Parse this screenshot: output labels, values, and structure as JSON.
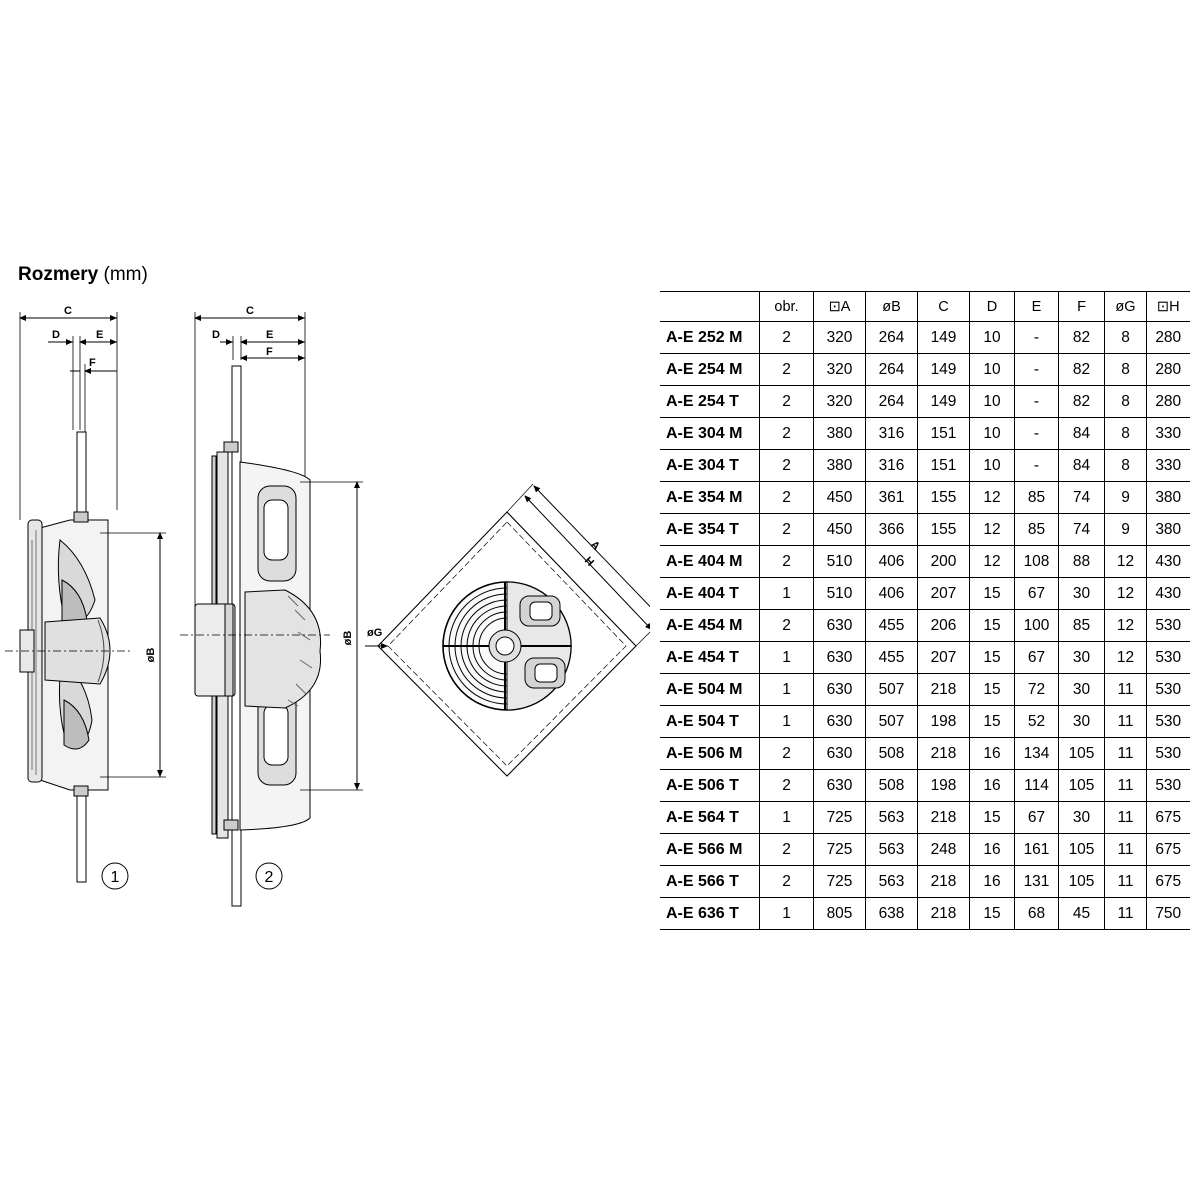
{
  "title": {
    "bold": "Rozmery",
    "unit": "(mm)"
  },
  "drawing": {
    "labels": {
      "c": "C",
      "d": "D",
      "e": "E",
      "f": "F",
      "b": "øB",
      "g": "øG",
      "a": "A",
      "h": "H"
    },
    "callouts": [
      "1",
      "2"
    ]
  },
  "table": {
    "headers": [
      "",
      "obr.",
      "A",
      "øB",
      "C",
      "D",
      "E",
      "F",
      "øG",
      "H"
    ],
    "rows": [
      [
        "A-E 252 M",
        "2",
        "320",
        "264",
        "149",
        "10",
        "-",
        "82",
        "8",
        "280"
      ],
      [
        "A-E 254 M",
        "2",
        "320",
        "264",
        "149",
        "10",
        "-",
        "82",
        "8",
        "280"
      ],
      [
        "A-E 254 T",
        "2",
        "320",
        "264",
        "149",
        "10",
        "-",
        "82",
        "8",
        "280"
      ],
      [
        "A-E 304 M",
        "2",
        "380",
        "316",
        "151",
        "10",
        "-",
        "84",
        "8",
        "330"
      ],
      [
        "A-E 304 T",
        "2",
        "380",
        "316",
        "151",
        "10",
        "-",
        "84",
        "8",
        "330"
      ],
      [
        "A-E 354 M",
        "2",
        "450",
        "361",
        "155",
        "12",
        "85",
        "74",
        "9",
        "380"
      ],
      [
        "A-E 354 T",
        "2",
        "450",
        "366",
        "155",
        "12",
        "85",
        "74",
        "9",
        "380"
      ],
      [
        "A-E 404 M",
        "2",
        "510",
        "406",
        "200",
        "12",
        "108",
        "88",
        "12",
        "430"
      ],
      [
        "A-E 404 T",
        "1",
        "510",
        "406",
        "207",
        "15",
        "67",
        "30",
        "12",
        "430"
      ],
      [
        "A-E 454 M",
        "2",
        "630",
        "455",
        "206",
        "15",
        "100",
        "85",
        "12",
        "530"
      ],
      [
        "A-E 454 T",
        "1",
        "630",
        "455",
        "207",
        "15",
        "67",
        "30",
        "12",
        "530"
      ],
      [
        "A-E 504 M",
        "1",
        "630",
        "507",
        "218",
        "15",
        "72",
        "30",
        "11",
        "530"
      ],
      [
        "A-E 504 T",
        "1",
        "630",
        "507",
        "198",
        "15",
        "52",
        "30",
        "11",
        "530"
      ],
      [
        "A-E 506 M",
        "2",
        "630",
        "508",
        "218",
        "16",
        "134",
        "105",
        "11",
        "530"
      ],
      [
        "A-E 506 T",
        "2",
        "630",
        "508",
        "198",
        "16",
        "114",
        "105",
        "11",
        "530"
      ],
      [
        "A-E 564 T",
        "1",
        "725",
        "563",
        "218",
        "15",
        "67",
        "30",
        "11",
        "675"
      ],
      [
        "A-E 566 M",
        "2",
        "725",
        "563",
        "248",
        "16",
        "161",
        "105",
        "11",
        "675"
      ],
      [
        "A-E 566 T",
        "2",
        "725",
        "563",
        "218",
        "16",
        "131",
        "105",
        "11",
        "675"
      ],
      [
        "A-E 636 T",
        "1",
        "805",
        "638",
        "218",
        "15",
        "68",
        "45",
        "11",
        "750"
      ]
    ]
  }
}
